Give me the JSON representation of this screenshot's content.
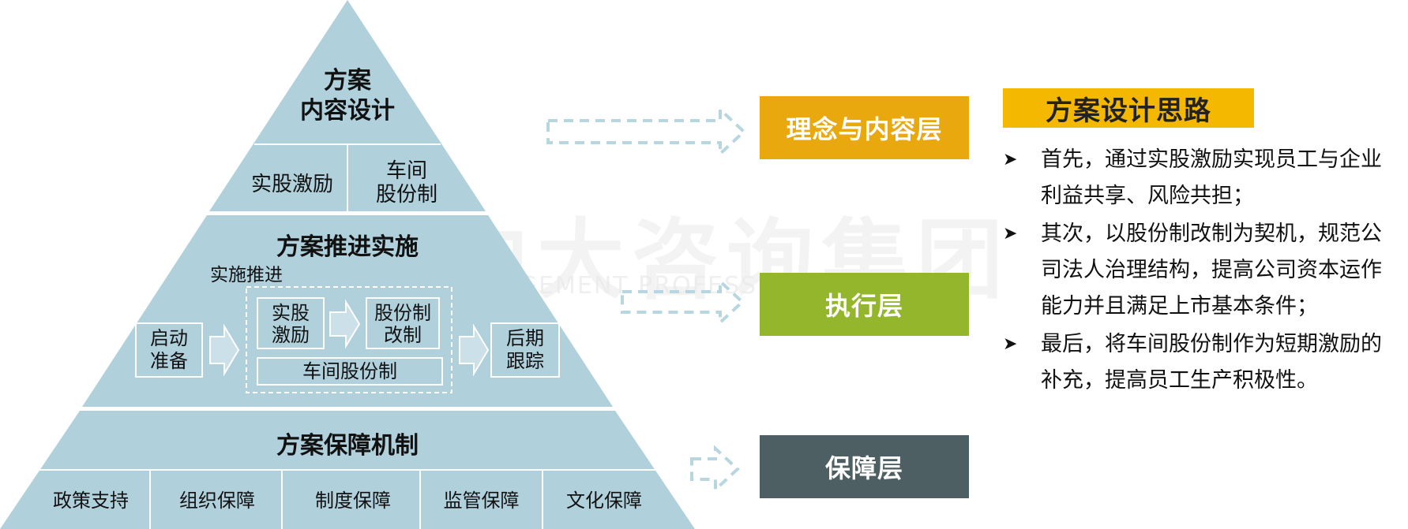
{
  "watermark": {
    "cn": "中大咨询集团",
    "en": "MANAGEMENT PROFESSIONAL GROUP"
  },
  "pyramid": {
    "top": {
      "title": "方案\n内容设计",
      "title_line1": "方案",
      "title_line2": "内容设计",
      "cells": [
        "实股激励",
        "车间\n股份制"
      ],
      "cell1": "实股激励",
      "cell2_line1": "车间",
      "cell2_line2": "股份制"
    },
    "middle": {
      "title": "方案推进实施",
      "group_label": "实施推进",
      "start_l1": "启动",
      "start_l2": "准备",
      "step1_l1": "实股",
      "step1_l2": "激励",
      "step2_l1": "股份制",
      "step2_l2": "改制",
      "workshop": "车间股份制",
      "end_l1": "后期",
      "end_l2": "跟踪"
    },
    "bottom": {
      "title": "方案保障机制",
      "items": [
        "政策支持",
        "组织保障",
        "制度保障",
        "监管保障",
        "文化保障"
      ]
    }
  },
  "layers": {
    "concept": {
      "label": "理念与内容层",
      "color": "#e9a80e"
    },
    "execution": {
      "label": "执行层",
      "color": "#94b62c"
    },
    "guarantee": {
      "label": "保障层",
      "color": "#4d5f63"
    }
  },
  "panel": {
    "title": "方案设计思路",
    "points": [
      "首先，通过实股激励实现员工与企业利益共享、风险共担；",
      "其次，以股份制改制为契机，规范公司法人治理结构，提高公司资本运作能力并且满足上市基本条件；",
      "最后，将车间股份制作为短期激励的补充，提高员工生产积极性。"
    ]
  },
  "colors": {
    "pyramid_fill": "#b0d0dc",
    "arrow": "#b8d6e0",
    "title_bar": "#f5b800"
  }
}
